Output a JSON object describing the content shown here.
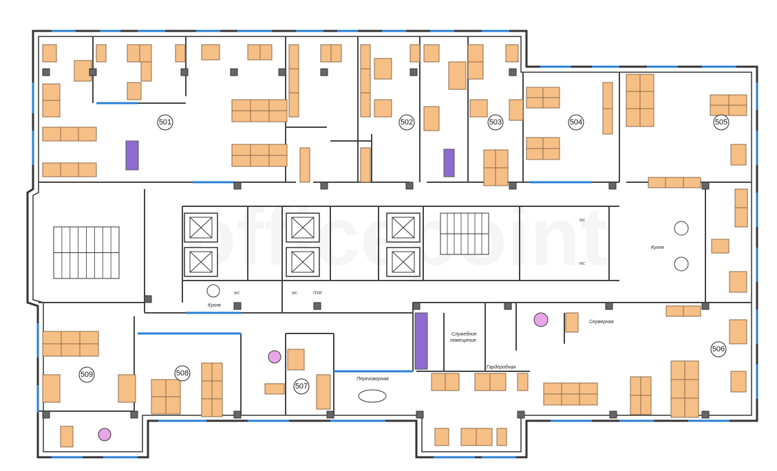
{
  "plan": {
    "watermark": "officepoint",
    "rooms": [
      {
        "number": "501"
      },
      {
        "number": "502"
      },
      {
        "number": "503"
      },
      {
        "number": "504"
      },
      {
        "number": "505"
      },
      {
        "number": "506"
      },
      {
        "number": "507"
      },
      {
        "number": "508"
      },
      {
        "number": "509"
      }
    ],
    "labels": {
      "kitchen_small": "Кухня",
      "kitchen_large": "Кухня",
      "wc1": "WC",
      "wc2": "WC",
      "wc3": "WC",
      "wc4": "WC",
      "pui": "ПУИ",
      "service_room": "Служебное",
      "service_room2": "помещение",
      "wardrobe": "Гардеробная",
      "server_room": "Серверная",
      "meeting_room": "Переговорная"
    },
    "colors": {
      "desk": "#f6bf86",
      "window": "#2a7fd4",
      "accent_purple": "#8f6bd0",
      "pink_table": "#e7a6e8"
    }
  }
}
